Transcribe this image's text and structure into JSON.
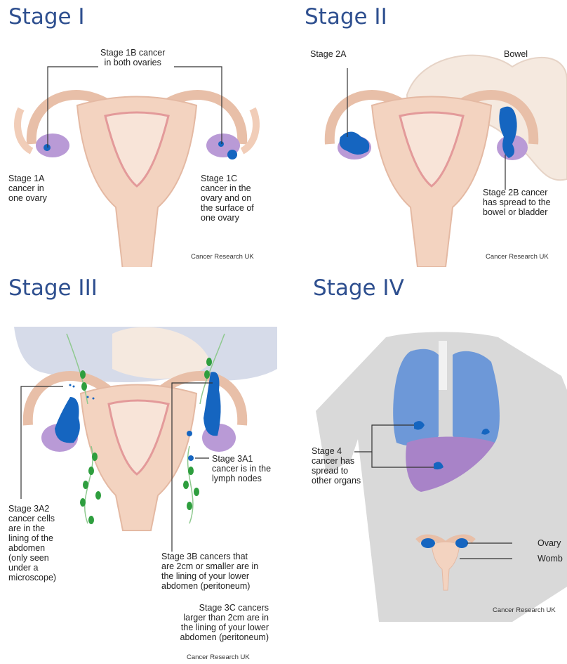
{
  "titles": {
    "stage1": "Stage I",
    "stage2": "Stage II",
    "stage3": "Stage III",
    "stage4": "Stage IV"
  },
  "stage1": {
    "label_1b": "Stage 1B cancer\nin both ovaries",
    "label_1a": "Stage 1A\ncancer in\none ovary",
    "label_1c": "Stage 1C\ncancer in the\novary and on\nthe surface of\none ovary",
    "credit": "Cancer Research UK"
  },
  "stage2": {
    "label_2a": "Stage 2A",
    "label_bowel": "Bowel",
    "label_2b": "Stage 2B cancer\nhas spread to the\nbowel or bladder",
    "credit": "Cancer Research UK"
  },
  "stage3": {
    "label_3a1": "Stage 3A1\ncancer is in the\nlymph nodes",
    "label_3a2": "Stage 3A2\ncancer cells\nare in the\nlining of the\nabdomen\n(only seen\nunder a\nmicroscope)",
    "label_3b": "Stage 3B cancers that\nare 2cm or smaller are in\nthe lining of your lower\nabdomen (peritoneum)",
    "label_3c": "Stage 3C cancers\nlarger than 2cm are in\nthe lining of your lower\nabdomen (peritoneum)",
    "credit": "Cancer Research UK"
  },
  "stage4": {
    "label_4": "Stage 4\ncancer has\nspread to\nother organs",
    "label_ovary": "Ovary",
    "label_womb": "Womb",
    "credit": "Cancer Research UK"
  },
  "colors": {
    "title": "#2e4f8f",
    "tumour": "#1565c0",
    "uterus": "#f3d3c0",
    "ovary": "#b99ad6",
    "lymph": "#2e9e3e",
    "lung": "#6d98d8",
    "liver": "#a883c8",
    "body": "#d9d9d9"
  }
}
